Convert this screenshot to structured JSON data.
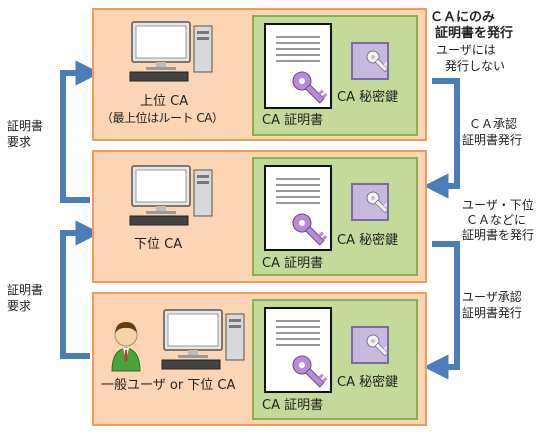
{
  "tiers": [
    {
      "computer_label": "上位 CA",
      "computer_sublabel": "（最上位はルート CA）",
      "certificate_label": "CA 証明書",
      "private_key_label": "CA 秘密鍵"
    },
    {
      "computer_label": "下位 CA",
      "certificate_label": "CA 証明書",
      "private_key_label": "CA 秘密鍵"
    },
    {
      "computer_label": "一般ユーザ or 下位 CA",
      "certificate_label": "CA 証明書",
      "private_key_label": "CA 秘密鍵"
    }
  ],
  "notes": {
    "top_right_bold": [
      "ＣＡにのみ",
      "証明書を発行"
    ],
    "top_right_plain": [
      "ユーザには",
      "発行しない"
    ]
  },
  "right_labels": {
    "upper": [
      "ＣＡ承認",
      "証明書発行"
    ],
    "middle": [
      "ユーザ・下位",
      "ＣＡなどに",
      "証明書を発行"
    ],
    "lower": [
      "ユーザ承認",
      "証明書発行"
    ]
  },
  "left_labels": {
    "upper": [
      "証明書",
      "要求"
    ],
    "lower": [
      "証明書",
      "要求"
    ]
  },
  "colors": {
    "tier_fill": "#fcd5b4",
    "tier_border": "#f39a5c",
    "panel_fill": "#c4da9b",
    "panel_border": "#8cb04a",
    "arrow": "#4a7dba",
    "key_tile": "#c9b8de"
  },
  "icons": [
    "computer-icon",
    "certificate-icon",
    "key-icon",
    "user-icon",
    "arrow-icon"
  ]
}
